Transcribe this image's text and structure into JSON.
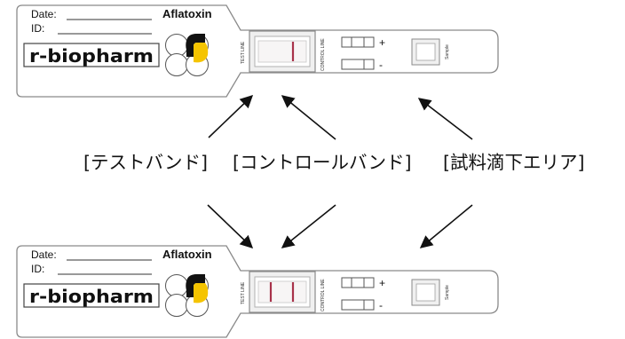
{
  "cassette": {
    "date_label": "Date:",
    "id_label": "ID:",
    "product_name": "Aflatoxin",
    "brand": "r-biopharm",
    "test_line_label": "TEST LINE",
    "control_line_label": "CONTROL LINE",
    "plus_sign": "+",
    "minus_sign": "-",
    "sample_label": "Sample"
  },
  "labels": {
    "test_band": "[テストバンド]",
    "control_band": "[コントロールバンド]",
    "sample_area": "[試料滴下エリア]"
  },
  "colors": {
    "band_red": "#a8324a",
    "outline": "#8a8a8a",
    "logo_yellow": "#f5c400",
    "ink": "#111111"
  }
}
